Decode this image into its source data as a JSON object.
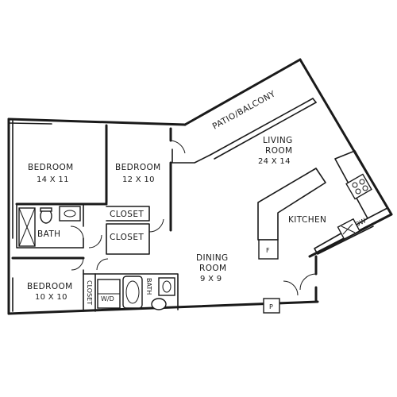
{
  "rooms": {
    "bedroom_left": {
      "name": "BEDROOM",
      "size": "14 X 11"
    },
    "bedroom_mid": {
      "name": "BEDROOM",
      "size": "12 X 10"
    },
    "bedroom_low": {
      "name": "BEDROOM",
      "size": "10 X 10"
    },
    "living": {
      "name_line1": "LIVING",
      "name_line2": "ROOM",
      "size": "24 X 14"
    },
    "dining": {
      "name_line1": "DINING",
      "name_line2": "ROOM",
      "size": "9 X 9"
    },
    "kitchen": {
      "name": "KITCHEN"
    },
    "patio": {
      "name": "PATIO/BALCONY"
    },
    "bath_left": {
      "name": "BATH"
    },
    "bath_low": {
      "name": "BATH"
    },
    "closet_upper": {
      "name": "CLOSET"
    },
    "closet_mid": {
      "name": "CLOSET"
    },
    "closet_low": {
      "name": "CLOSET"
    }
  },
  "fixtures": {
    "washer_dryer": "W/D",
    "dishwasher": "DW",
    "fridge": "F",
    "pantry": "P"
  }
}
